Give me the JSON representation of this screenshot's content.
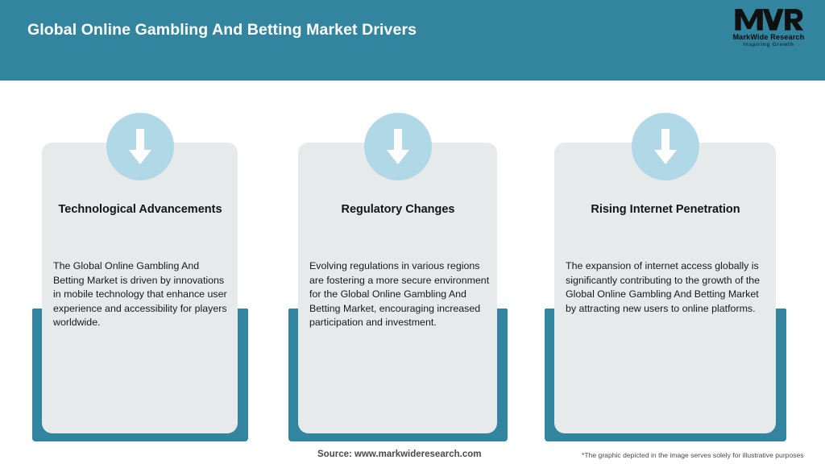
{
  "header": {
    "title": "Global Online Gambling And Betting Market Drivers",
    "background_color": "#33849f",
    "title_color": "#ffffff"
  },
  "logo": {
    "mark": "MWR",
    "name": "MarkWide Research",
    "tagline": "Inspiring Growth"
  },
  "theme": {
    "teal": "#33849f",
    "light_blue": "#b0d8e7",
    "card_gray": "#e6eaeb",
    "text_dark": "#18191a"
  },
  "cards": [
    {
      "icon": "down-arrow-icon",
      "heading": "Technological Advancements",
      "body": "The Global Online Gambling And Betting Market is driven by innovations in mobile technology that enhance user experience and accessibility for players worldwide."
    },
    {
      "icon": "down-arrow-icon",
      "heading": "Regulatory Changes",
      "body": "Evolving regulations in various regions are fostering a more secure environment for the Global Online Gambling And Betting Market, encouraging increased participation and investment."
    },
    {
      "icon": "down-arrow-icon",
      "heading": "Rising Internet Penetration",
      "body": "The expansion of internet access globally is significantly contributing to the growth of the Global Online Gambling And Betting Market by attracting new users to online platforms."
    }
  ],
  "footer": {
    "source": "Source: www.markwideresearch.com",
    "note": "*The graphic depicted in the image serves solely for illustrative purposes"
  }
}
